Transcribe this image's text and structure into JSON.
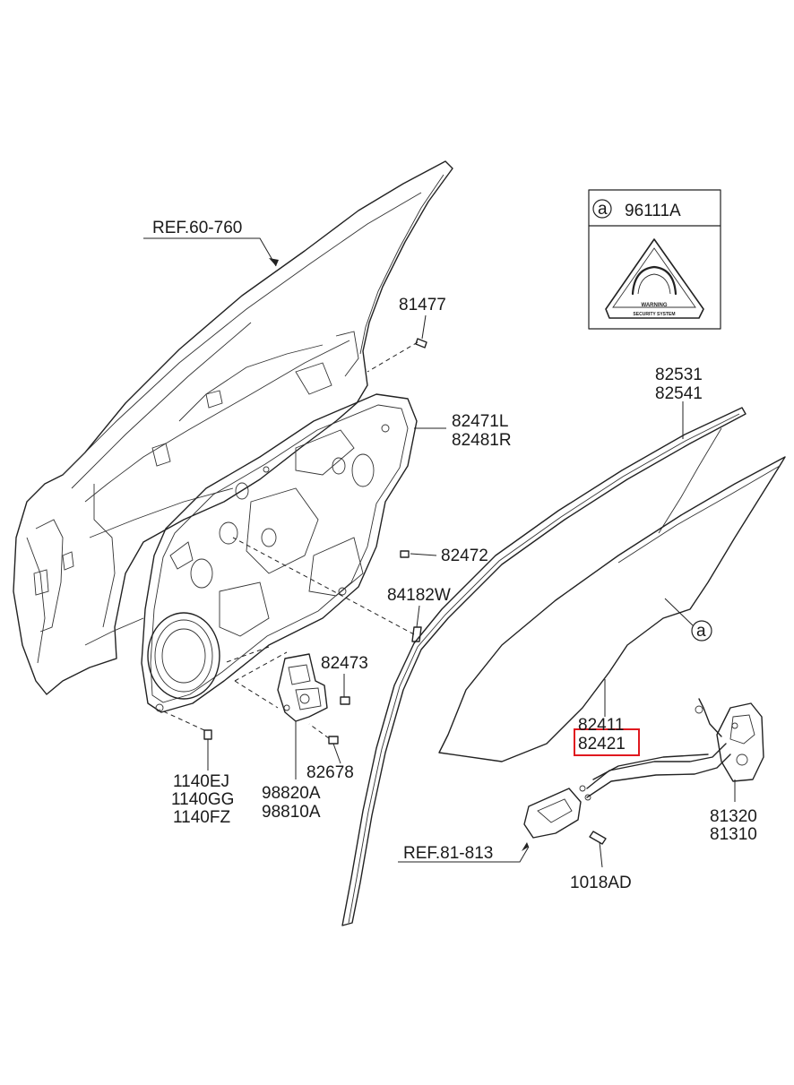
{
  "colors": {
    "line": "#222222",
    "highlight": "#e0191f",
    "background": "#ffffff"
  },
  "labels": {
    "ref_60_760": "REF.60-760",
    "p81477": "81477",
    "p82471L": "82471L",
    "p82481R": "82481R",
    "p82472": "82472",
    "p84182W": "84182W",
    "p82473": "82473",
    "p82678": "82678",
    "p1140EJ": "1140EJ",
    "p1140GG": "1140GG",
    "p1140FZ": "1140FZ",
    "p98820A": "98820A",
    "p98810A": "98810A",
    "p82531": "82531",
    "p82541": "82541",
    "p82411": "82411",
    "p82421": "82421",
    "p81320": "81320",
    "p81310": "81310",
    "ref_81_813": "REF.81-813",
    "p1018AD": "1018AD",
    "callout_a": "a"
  },
  "legend_box": {
    "callout": "a",
    "part_no": "96111A",
    "warning_text": "WARNING",
    "security_text": "SECURITY SYSTEM"
  },
  "highlighted_part": "82421"
}
